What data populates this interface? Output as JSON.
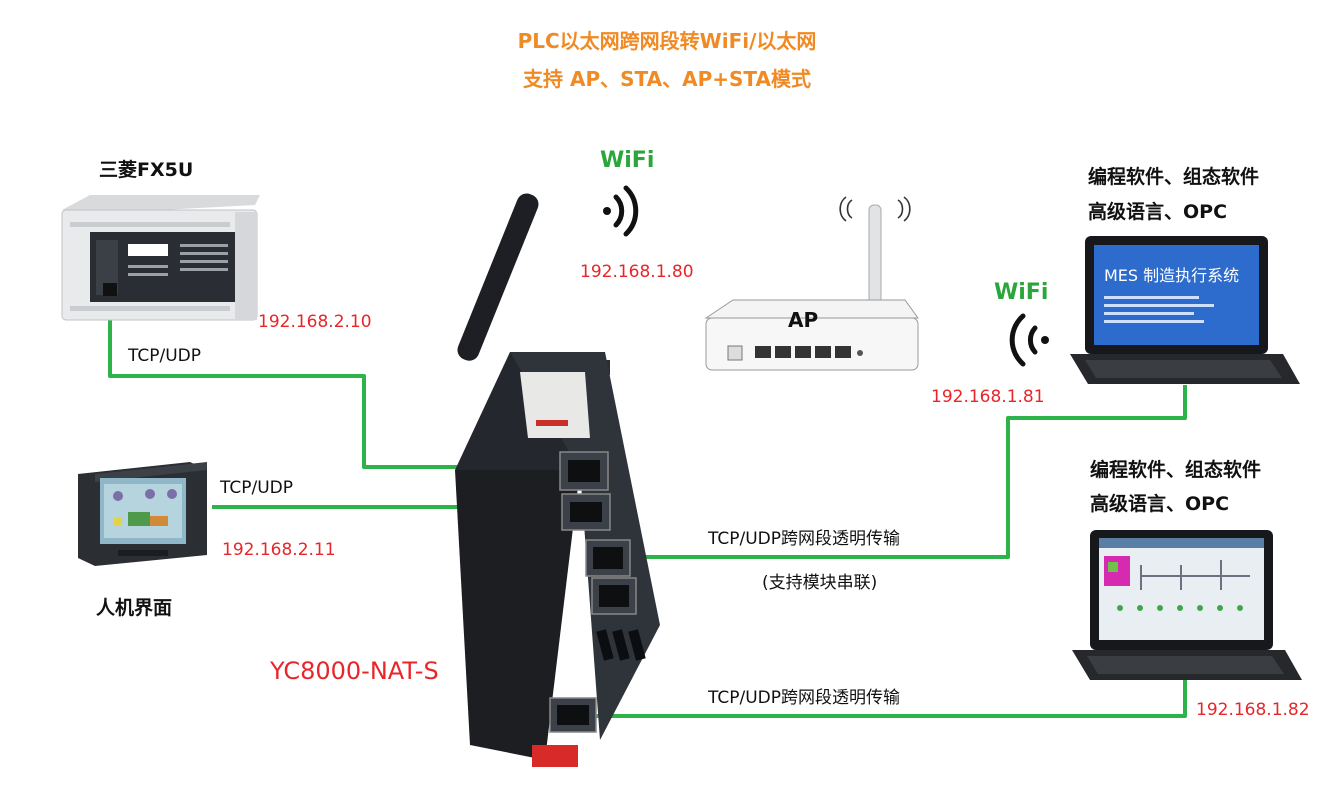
{
  "title": {
    "line1": "PLC以太网跨网段转WiFi/以太网",
    "line2": "支持 AP、STA、AP+STA模式"
  },
  "plc": {
    "name": "三菱FX5U",
    "ip": "192.168.2.10",
    "protocol": "TCP/UDP"
  },
  "hmi": {
    "name": "人机界面",
    "ip": "192.168.2.11",
    "protocol": "TCP/UDP"
  },
  "gateway": {
    "model": "YC8000-NAT-S",
    "wifi_label": "WiFi",
    "ip": "192.168.1.80"
  },
  "ap": {
    "label": "AP"
  },
  "pc_top": {
    "software_line1": "编程软件、组态软件",
    "software_line2": "高级语言、OPC",
    "wifi_label": "WiFi",
    "ip": "192.168.1.81",
    "screen_title": "MES 制造执行系统"
  },
  "pc_bottom": {
    "software_line1": "编程软件、组态软件",
    "software_line2": "高级语言、OPC",
    "ip": "192.168.1.82"
  },
  "links": {
    "middle_label": "TCP/UDP跨网段透明传输",
    "middle_note": "(支持模块串联)",
    "bottom_label": "TCP/UDP跨网段透明传输"
  },
  "colors": {
    "title": "#f08a24",
    "ip": "#e8262a",
    "wifi": "#2aa63a",
    "cable": "#2eb34a"
  }
}
